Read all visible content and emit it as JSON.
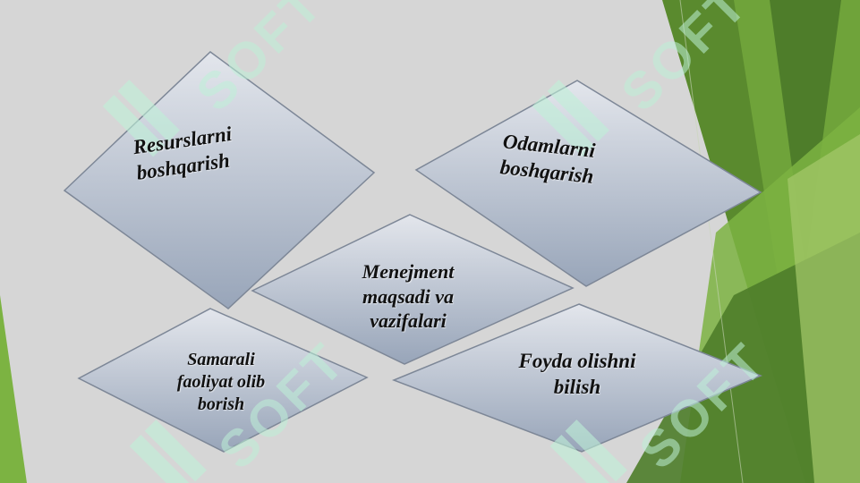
{
  "diagram": {
    "center": [
      "Menejment",
      "maqsadi va",
      "vazifalari"
    ],
    "top_left": [
      "Resurslarni",
      "boshqarish"
    ],
    "top_right": [
      "Odamlarni",
      "boshqarish"
    ],
    "bottom_left": [
      "Samarali",
      "faoliyat olib",
      "borish"
    ],
    "bottom_right": [
      "Foyda olishni",
      "bilish"
    ]
  },
  "watermark": {
    "text": "SOFT",
    "icon": "ij-logo"
  },
  "colors": {
    "background": "#d6d6d6",
    "green_dark": "#4e7d2a",
    "green_mid": "#6fa33a",
    "green_light": "#a5c96b",
    "diamond_top": "#dfe3ea",
    "diamond_bottom": "#9fabbe",
    "diamond_stroke": "#7d8797"
  }
}
